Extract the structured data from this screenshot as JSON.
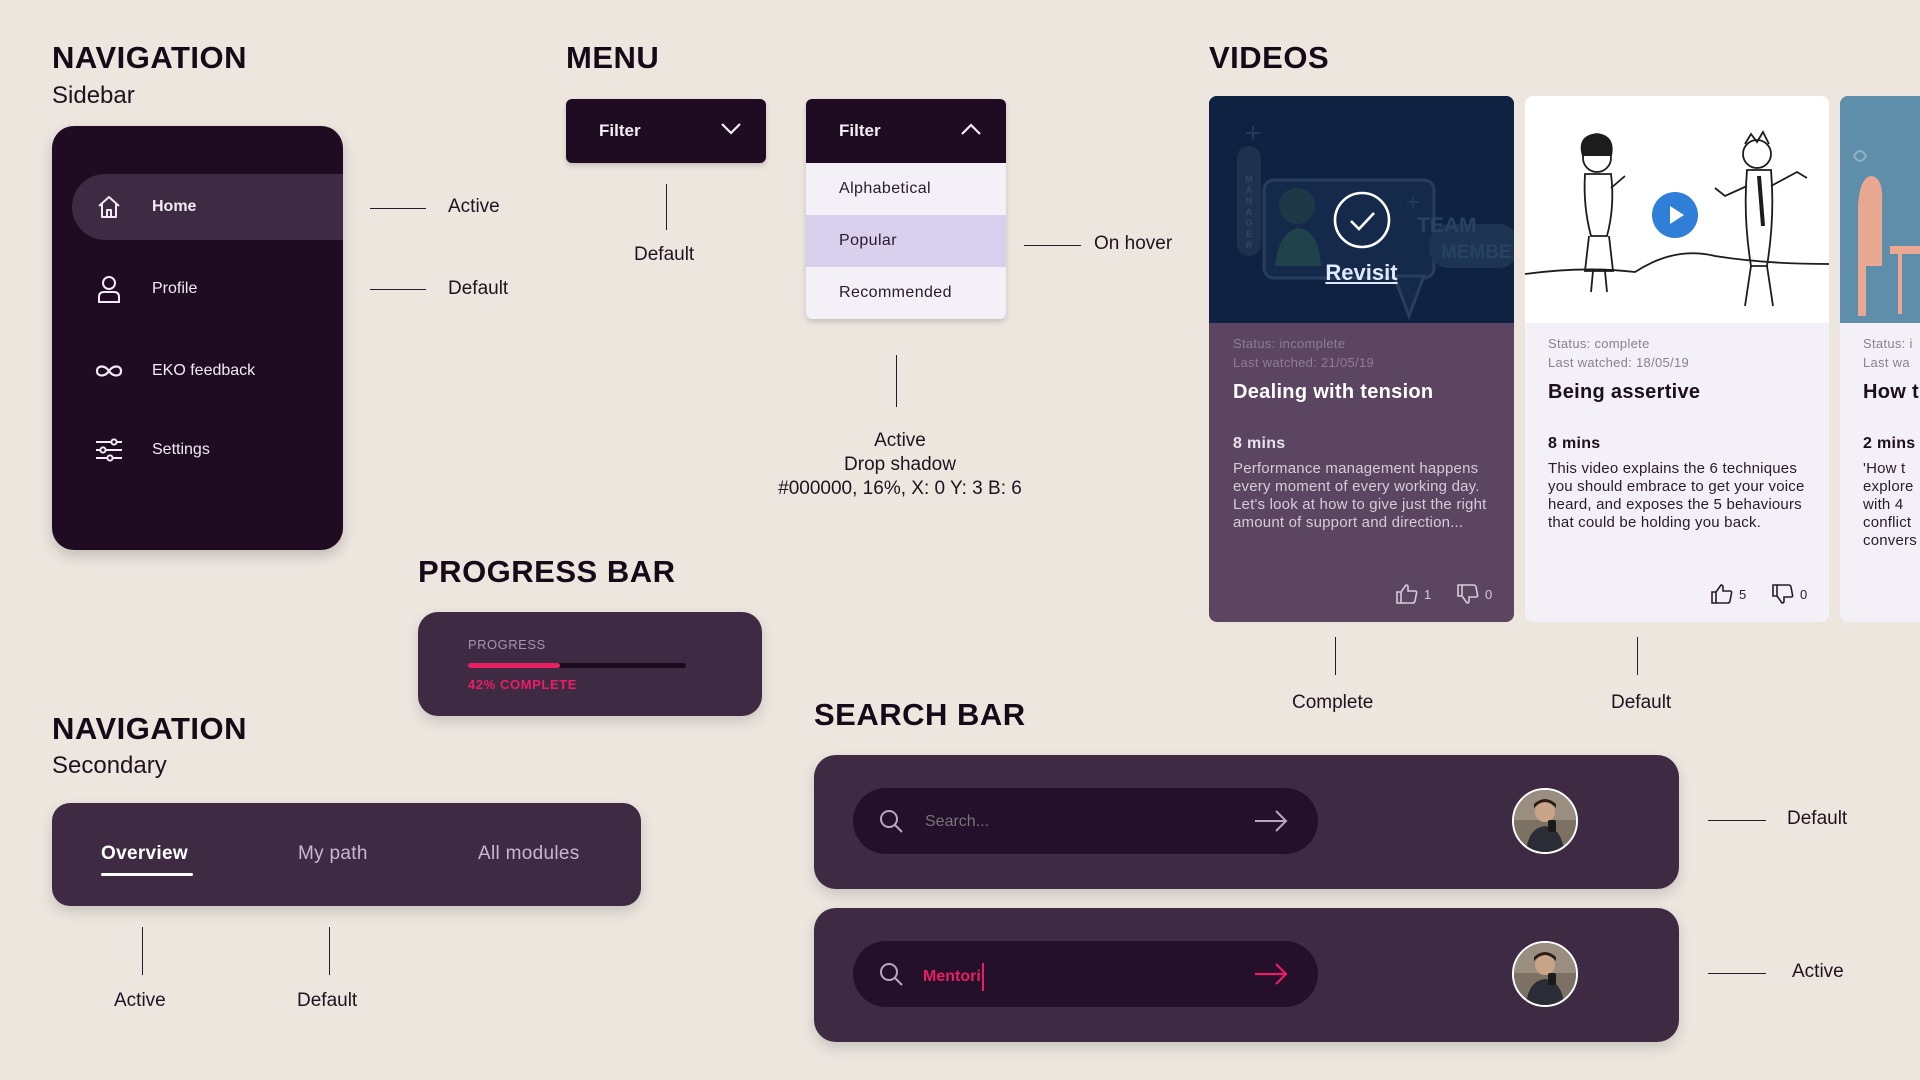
{
  "sections": {
    "navigation_sidebar": {
      "title": "NAVIGATION",
      "subtitle": "Sidebar"
    },
    "menu": {
      "title": "MENU"
    },
    "videos": {
      "title": "VIDEOS"
    },
    "progress_bar": {
      "title": "PROGRESS BAR"
    },
    "navigation_secondary": {
      "title": "NAVIGATION",
      "subtitle": "Secondary"
    },
    "search_bar": {
      "title": "SEARCH BAR"
    }
  },
  "sidebar": {
    "items": [
      {
        "label": "Home",
        "icon": "home-icon"
      },
      {
        "label": "Profile",
        "icon": "user-icon"
      },
      {
        "label": "EKO feedback",
        "icon": "infinity-icon"
      },
      {
        "label": "Settings",
        "icon": "sliders-icon"
      }
    ],
    "notes": {
      "active": "Active",
      "default": "Default"
    }
  },
  "menu": {
    "filter_label": "Filter",
    "options": [
      "Alphabetical",
      "Popular",
      "Recommended"
    ],
    "notes": {
      "default": "Default",
      "hover": "On hover",
      "active": "Active",
      "shadow": "Drop shadow",
      "shadow_spec": "#000000, 16%, X: 0 Y: 3 B: 6"
    }
  },
  "progress": {
    "label": "PROGRESS",
    "status": "42% COMPLETE",
    "fraction": 0.42,
    "colors": {
      "fill": "#e91e63",
      "track": "#1a0a1d"
    }
  },
  "secondary_nav": {
    "tabs": [
      "Overview",
      "My path",
      "All modules"
    ],
    "notes": {
      "active": "Active",
      "default": "Default"
    }
  },
  "search": {
    "placeholder": "Search...",
    "active_value": "Mentori",
    "notes": {
      "default": "Default",
      "active": "Active"
    }
  },
  "videos": {
    "cards": [
      {
        "status": "Status: incomplete",
        "last_watched": "Last watched: 21/05/19",
        "title": "Dealing with tension",
        "duration": "8 mins",
        "description": "Performance management happens every moment of every working day. Let's look at how to give just the right amount of support and direction...",
        "likes": "1",
        "dislikes": "0",
        "overlay_label": "Revisit",
        "thumb_text": {
          "vertical": "MANAGER",
          "team": "TEAM",
          "member": "MEMBE"
        }
      },
      {
        "status": "Status: complete",
        "last_watched": "Last watched: 18/05/19",
        "title": "Being assertive",
        "duration": "8 mins",
        "description": "This video explains the 6 techniques you should embrace to get your voice heard, and exposes the 5 behaviours that could be holding you back.",
        "likes": "5",
        "dislikes": "0"
      },
      {
        "status": "Status: i",
        "last_watched": "Last wa",
        "title": "How t",
        "duration": "2 mins",
        "description_lines": [
          "'How t",
          "explore",
          "with 4",
          "conflict",
          "convers"
        ]
      }
    ],
    "notes": {
      "complete": "Complete",
      "default": "Default"
    }
  },
  "colors": {
    "background": "#ede6df",
    "dark": "#1f0b22",
    "panel": "#3e2b43",
    "accent": "#e91e63",
    "hover": "#d9d0ee"
  }
}
